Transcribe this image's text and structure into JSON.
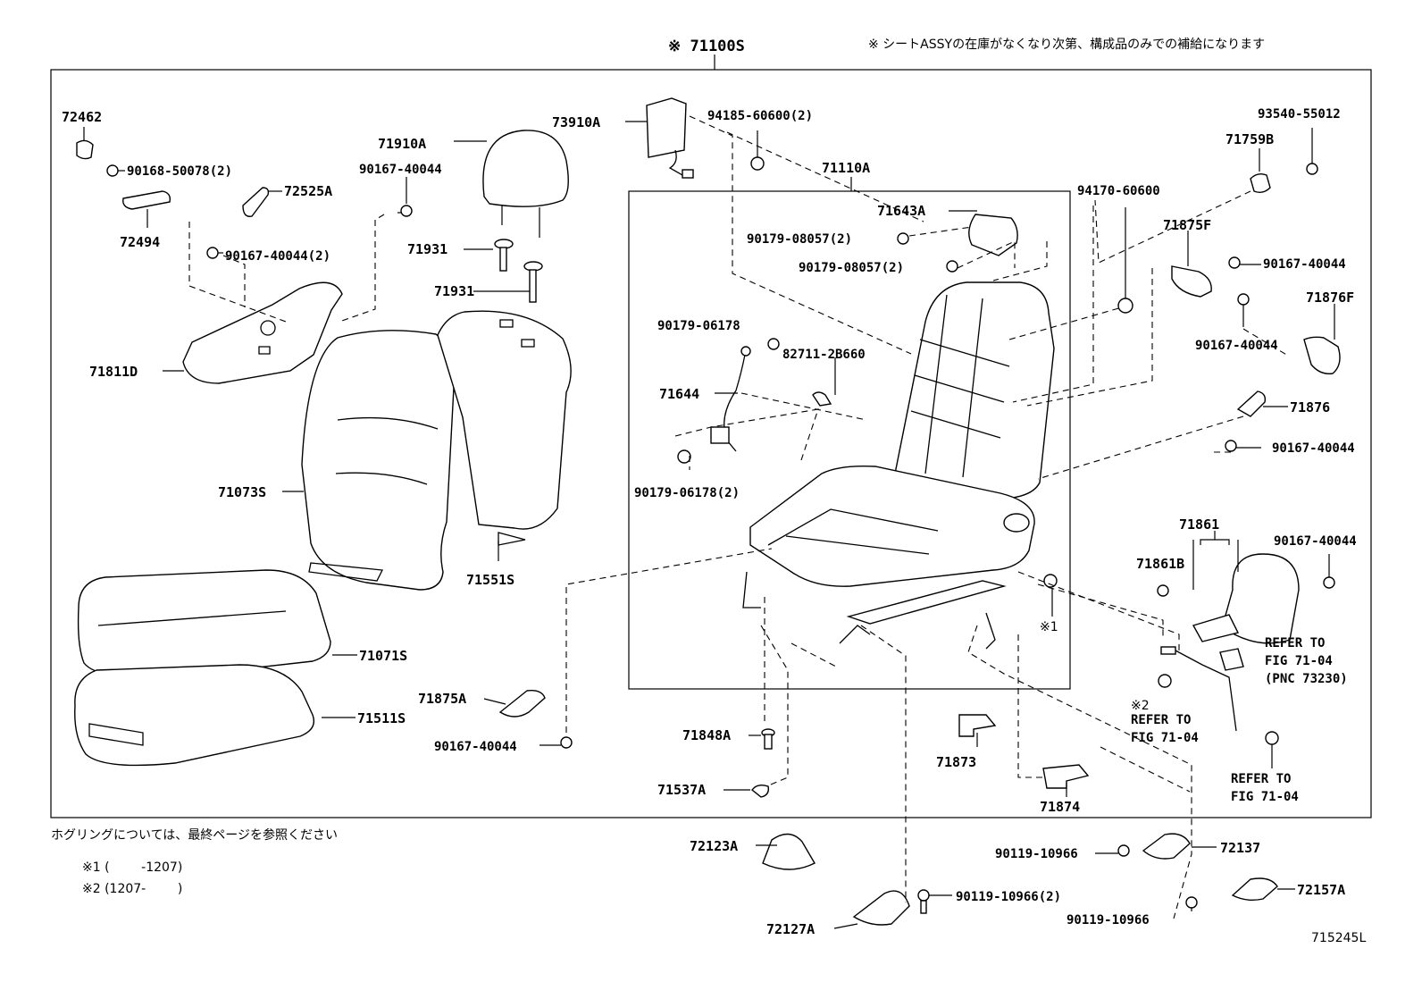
{
  "header": {
    "assy_number": "※ 71100S",
    "supply_note": "※ シートASSYの在庫がなくなり次第、構成品のみでの補給になります"
  },
  "footer": {
    "hog_ring_note": "ホグリングについては、最終ページを参照ください",
    "note_1": "※1 (        -1207)",
    "note_2": "※2 (1207-        )",
    "figure_id": "715245L"
  },
  "subassembly": {
    "frame_label": "71110A"
  },
  "parts": [
    {
      "id": "72462",
      "text": "72462"
    },
    {
      "id": "90168-50078-2",
      "text": "90168-50078(2)"
    },
    {
      "id": "72525A",
      "text": "72525A"
    },
    {
      "id": "72494",
      "text": "72494"
    },
    {
      "id": "90167-40044-2",
      "text": "90167-40044(2)"
    },
    {
      "id": "71910A",
      "text": "71910A"
    },
    {
      "id": "90167-40044-a",
      "text": "90167-40044"
    },
    {
      "id": "71931-a",
      "text": "71931"
    },
    {
      "id": "71931-b",
      "text": "71931"
    },
    {
      "id": "71811D",
      "text": "71811D"
    },
    {
      "id": "73910A",
      "text": "73910A"
    },
    {
      "id": "94185-60600-2",
      "text": "94185-60600(2)"
    },
    {
      "id": "71073S",
      "text": "71073S"
    },
    {
      "id": "71551S",
      "text": "71551S"
    },
    {
      "id": "71071S",
      "text": "71071S"
    },
    {
      "id": "71511S",
      "text": "71511S"
    },
    {
      "id": "71875A",
      "text": "71875A"
    },
    {
      "id": "90167-40044-b",
      "text": "90167-40044"
    },
    {
      "id": "71643A",
      "text": "71643A"
    },
    {
      "id": "90179-08057-2a",
      "text": "90179-08057(2)"
    },
    {
      "id": "90179-08057-2b",
      "text": "90179-08057(2)"
    },
    {
      "id": "90179-06178",
      "text": "90179-06178"
    },
    {
      "id": "82711-2B660",
      "text": "82711-2B660"
    },
    {
      "id": "71644",
      "text": "71644"
    },
    {
      "id": "90179-06178-2",
      "text": "90179-06178(2)"
    },
    {
      "id": "94170-60600",
      "text": "94170-60600"
    },
    {
      "id": "93540-55012",
      "text": "93540-55012"
    },
    {
      "id": "71759B",
      "text": "71759B"
    },
    {
      "id": "71875F",
      "text": "71875F"
    },
    {
      "id": "90167-40044-c",
      "text": "90167-40044"
    },
    {
      "id": "71876F",
      "text": "71876F"
    },
    {
      "id": "90167-40044-d",
      "text": "90167-40044"
    },
    {
      "id": "71876",
      "text": "71876"
    },
    {
      "id": "90167-40044-e",
      "text": "90167-40044"
    },
    {
      "id": "71861",
      "text": "71861"
    },
    {
      "id": "71861B",
      "text": "71861B"
    },
    {
      "id": "90167-40044-f",
      "text": "90167-40044"
    },
    {
      "id": "mark-1",
      "text": "※1"
    },
    {
      "id": "mark-2",
      "text": "※2"
    },
    {
      "id": "71848A",
      "text": "71848A"
    },
    {
      "id": "71537A",
      "text": "71537A"
    },
    {
      "id": "71873",
      "text": "71873"
    },
    {
      "id": "71874",
      "text": "71874"
    },
    {
      "id": "72123A",
      "text": "72123A"
    },
    {
      "id": "72127A",
      "text": "72127A"
    },
    {
      "id": "90119-10966-2",
      "text": "90119-10966(2)"
    },
    {
      "id": "90119-10966-a",
      "text": "90119-10966"
    },
    {
      "id": "72137",
      "text": "72137"
    },
    {
      "id": "90119-10966-b",
      "text": "90119-10966"
    },
    {
      "id": "72157A",
      "text": "72157A"
    }
  ],
  "references": [
    {
      "id": "ref-belt",
      "line1": "REFER TO",
      "line2": "FIG 71-04",
      "line3": "(PNC 73230)"
    },
    {
      "id": "ref-clip",
      "line1": "REFER TO",
      "line2": "FIG 71-04"
    },
    {
      "id": "ref-nut",
      "line1": "REFER TO",
      "line2": "FIG 71-04"
    }
  ]
}
